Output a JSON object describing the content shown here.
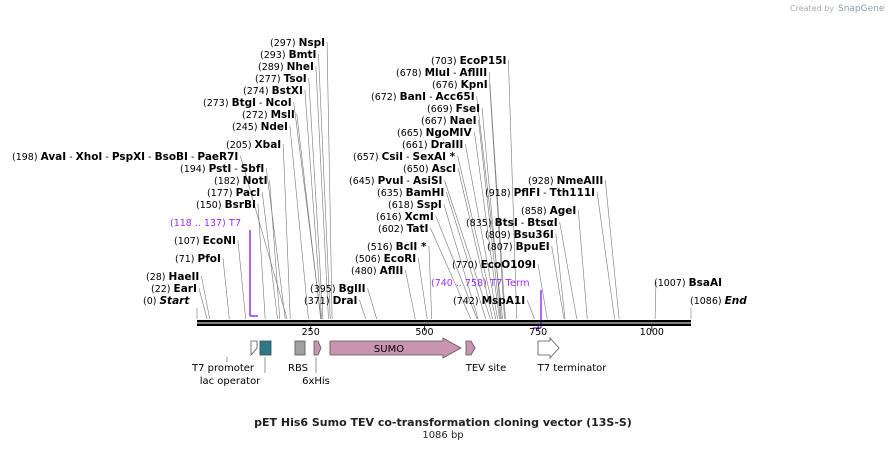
{
  "credit": {
    "prefix": "Created by",
    "brand": "SnapGene"
  },
  "title": "pET His6 Sumo TEV co-transformation cloning vector (13S-S)",
  "length_label": "1086 bp",
  "total_bp": 1086,
  "axis_ticks": [
    {
      "bp": 250,
      "label": "250"
    },
    {
      "bp": 500,
      "label": "500"
    },
    {
      "bp": 750,
      "label": "750"
    },
    {
      "bp": 1000,
      "label": "1000"
    }
  ],
  "colors": {
    "primer": "#9b30ff",
    "sumo": "#c994b0",
    "lac": "#2b7a8a",
    "rbs": "#a0a0a0",
    "backbone": "#000000"
  },
  "sites": [
    {
      "pos": "(0)",
      "bp": 0,
      "parts": [
        "Start"
      ],
      "italic": true
    },
    {
      "pos": "(22)",
      "bp": 22,
      "parts": [
        "EarI"
      ]
    },
    {
      "pos": "(28)",
      "bp": 28,
      "parts": [
        "HaeII"
      ]
    },
    {
      "pos": "(71)",
      "bp": 71,
      "parts": [
        "PfoI"
      ]
    },
    {
      "pos": "(107)",
      "bp": 107,
      "parts": [
        "EcoNI"
      ]
    },
    {
      "pos": "(150)",
      "bp": 150,
      "parts": [
        "BsrBI"
      ]
    },
    {
      "pos": "(177)",
      "bp": 177,
      "parts": [
        "PacI"
      ]
    },
    {
      "pos": "(182)",
      "bp": 182,
      "parts": [
        "NotI"
      ]
    },
    {
      "pos": "(194)",
      "bp": 194,
      "parts": [
        "PstI",
        "SbfI"
      ]
    },
    {
      "pos": "(198)",
      "bp": 198,
      "parts": [
        "AvaI",
        "XhoI",
        "PspXI",
        "BsoBI",
        "PaeR7I"
      ]
    },
    {
      "pos": "(205)",
      "bp": 205,
      "parts": [
        "XbaI"
      ]
    },
    {
      "pos": "(245)",
      "bp": 245,
      "parts": [
        "NdeI"
      ]
    },
    {
      "pos": "(272)",
      "bp": 272,
      "parts": [
        "MslI"
      ]
    },
    {
      "pos": "(273)",
      "bp": 273,
      "parts": [
        "BtgI",
        "NcoI"
      ]
    },
    {
      "pos": "(274)",
      "bp": 274,
      "parts": [
        "BstXI"
      ]
    },
    {
      "pos": "(277)",
      "bp": 277,
      "parts": [
        "TsoI"
      ]
    },
    {
      "pos": "(289)",
      "bp": 289,
      "parts": [
        "NheI"
      ]
    },
    {
      "pos": "(293)",
      "bp": 293,
      "parts": [
        "BmtI"
      ]
    },
    {
      "pos": "(297)",
      "bp": 297,
      "parts": [
        "NspI"
      ]
    },
    {
      "pos": "(371)",
      "bp": 371,
      "parts": [
        "DraI"
      ]
    },
    {
      "pos": "(395)",
      "bp": 395,
      "parts": [
        "BglII"
      ]
    },
    {
      "pos": "(480)",
      "bp": 480,
      "parts": [
        "AflII"
      ]
    },
    {
      "pos": "(506)",
      "bp": 506,
      "parts": [
        "EcoRI"
      ]
    },
    {
      "pos": "(516)",
      "bp": 516,
      "parts": [
        "BclI *"
      ]
    },
    {
      "pos": "(602)",
      "bp": 602,
      "parts": [
        "TatI"
      ]
    },
    {
      "pos": "(616)",
      "bp": 616,
      "parts": [
        "XcmI"
      ]
    },
    {
      "pos": "(618)",
      "bp": 618,
      "parts": [
        "SspI"
      ]
    },
    {
      "pos": "(635)",
      "bp": 635,
      "parts": [
        "BamHI"
      ]
    },
    {
      "pos": "(645)",
      "bp": 645,
      "parts": [
        "PvuI",
        "AsiSI"
      ]
    },
    {
      "pos": "(650)",
      "bp": 650,
      "parts": [
        "AscI"
      ]
    },
    {
      "pos": "(657)",
      "bp": 657,
      "parts": [
        "CsiI",
        "SexAI *"
      ]
    },
    {
      "pos": "(661)",
      "bp": 661,
      "parts": [
        "DraIII"
      ]
    },
    {
      "pos": "(665)",
      "bp": 665,
      "parts": [
        "NgoMIV"
      ]
    },
    {
      "pos": "(667)",
      "bp": 667,
      "parts": [
        "NaeI"
      ]
    },
    {
      "pos": "(669)",
      "bp": 669,
      "parts": [
        "FseI"
      ]
    },
    {
      "pos": "(672)",
      "bp": 672,
      "parts": [
        "BanI",
        "Acc65I"
      ]
    },
    {
      "pos": "(676)",
      "bp": 676,
      "parts": [
        "KpnI"
      ]
    },
    {
      "pos": "(678)",
      "bp": 678,
      "parts": [
        "MluI",
        "AflIII"
      ]
    },
    {
      "pos": "(703)",
      "bp": 703,
      "parts": [
        "EcoP15I"
      ]
    },
    {
      "pos": "(742)",
      "bp": 742,
      "parts": [
        "MspA1I"
      ]
    },
    {
      "pos": "(770)",
      "bp": 770,
      "parts": [
        "EcoO109I"
      ]
    },
    {
      "pos": "(807)",
      "bp": 807,
      "parts": [
        "BpuEI"
      ]
    },
    {
      "pos": "(809)",
      "bp": 809,
      "parts": [
        "Bsu36I"
      ]
    },
    {
      "pos": "(835)",
      "bp": 835,
      "parts": [
        "BtsI",
        "BtsαI"
      ]
    },
    {
      "pos": "(858)",
      "bp": 858,
      "parts": [
        "AgeI"
      ]
    },
    {
      "pos": "(918)",
      "bp": 918,
      "parts": [
        "PflFI",
        "Tth111I"
      ]
    },
    {
      "pos": "(928)",
      "bp": 928,
      "parts": [
        "NmeAIII"
      ]
    },
    {
      "pos": "(1007)",
      "bp": 1007,
      "parts": [
        "BsaAI"
      ]
    },
    {
      "pos": "(1086)",
      "bp": 1086,
      "parts": [
        "End"
      ],
      "italic": true
    }
  ],
  "primers": [
    {
      "range": "(118 .. 137)",
      "name": "T7"
    },
    {
      "range": "(740 .. 758)",
      "name": "T7 Term"
    }
  ],
  "features": [
    {
      "name": "T7 promoter"
    },
    {
      "name": "lac operator"
    },
    {
      "name": "RBS"
    },
    {
      "name": "6xHis"
    },
    {
      "name": "SUMO"
    },
    {
      "name": "TEV site"
    },
    {
      "name": "T7 terminator"
    }
  ]
}
